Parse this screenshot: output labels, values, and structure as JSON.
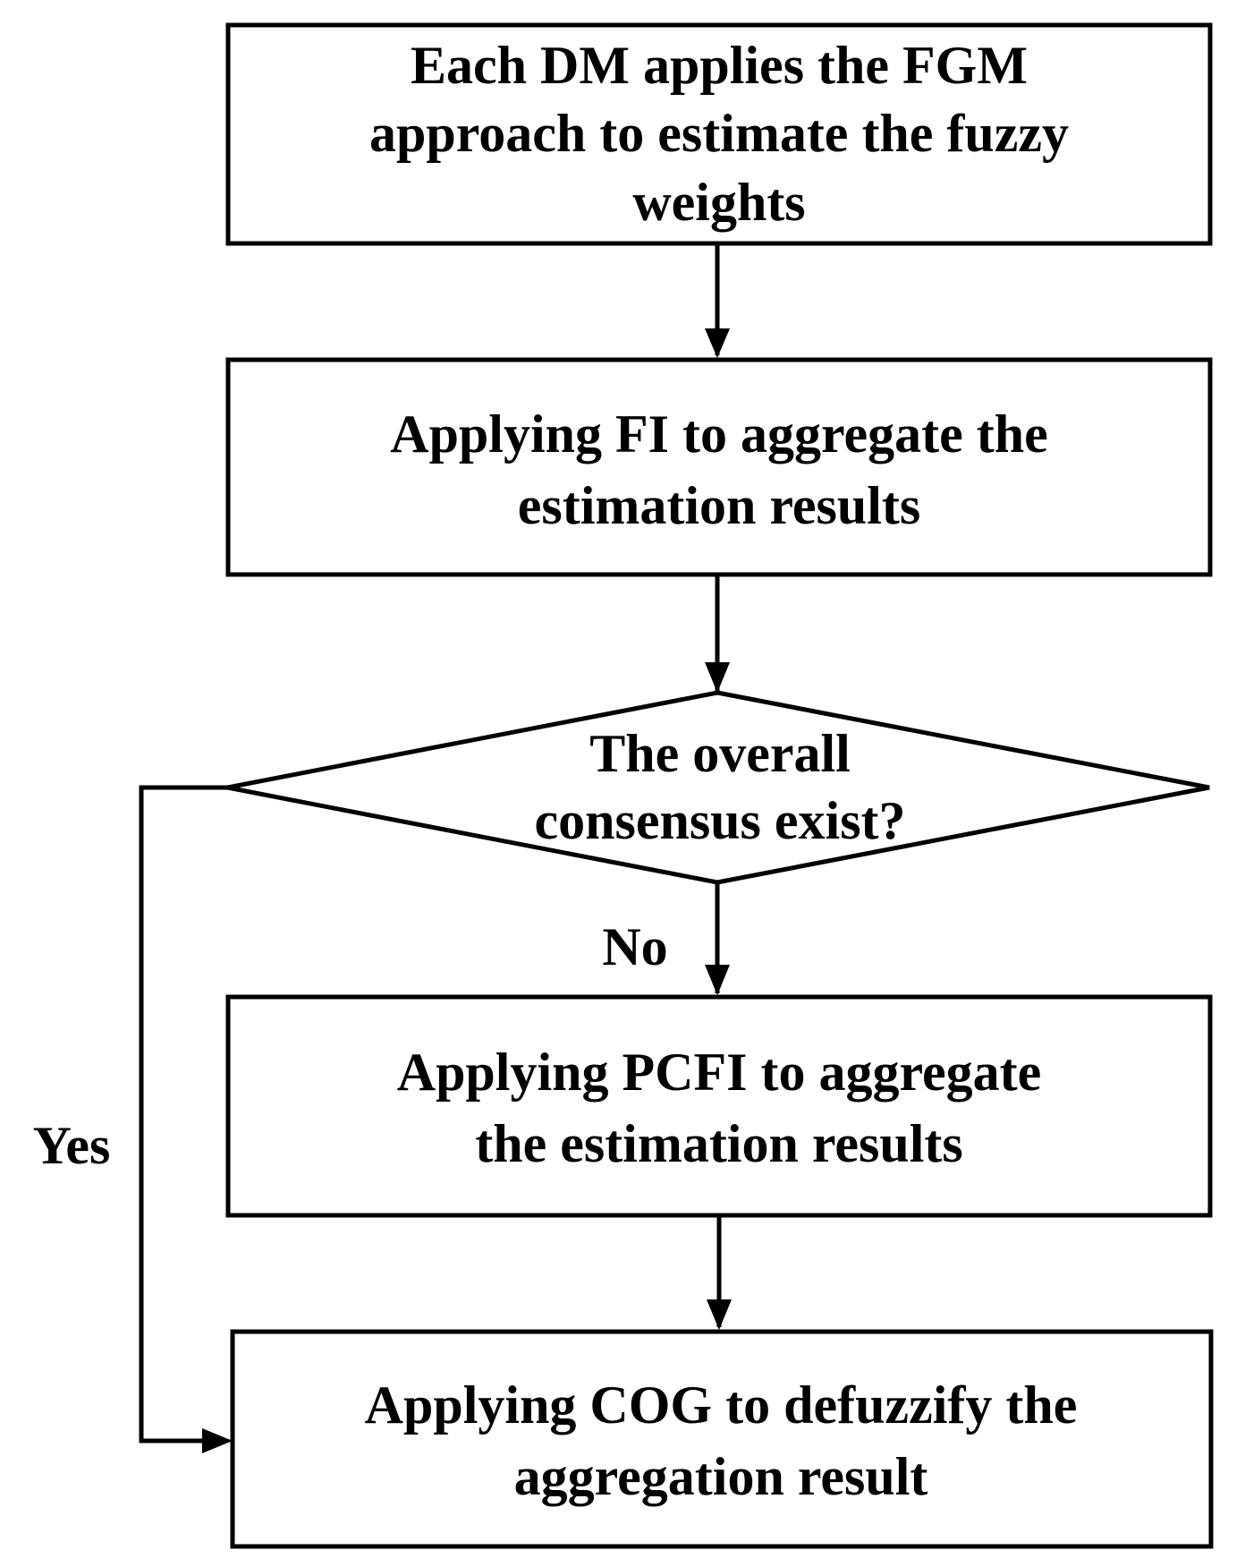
{
  "nodes": {
    "step1": {
      "lines": [
        "Each DM applies the FGM",
        "approach to estimate the fuzzy",
        "weights"
      ]
    },
    "step2": {
      "lines": [
        "Applying FI to aggregate the",
        "estimation results"
      ]
    },
    "decision": {
      "lines": [
        "The overall",
        "consensus exist?"
      ]
    },
    "step3": {
      "lines": [
        "Applying PCFI to aggregate",
        "the estimation results"
      ]
    },
    "step4": {
      "lines": [
        "Applying COG to defuzzify the",
        "aggregation result"
      ]
    }
  },
  "edge_labels": {
    "no": "No",
    "yes": "Yes"
  }
}
